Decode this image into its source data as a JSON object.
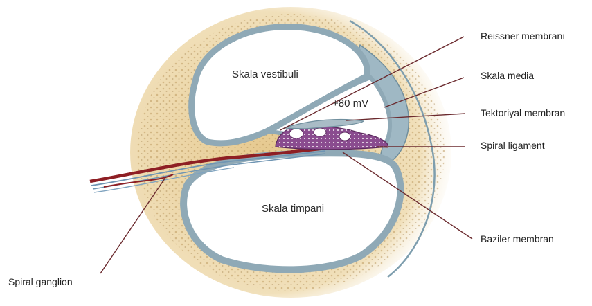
{
  "regions": {
    "scala_vestibuli": "Skala vestibuli",
    "scala_media_potential": "+80 mV",
    "scala_tympani": "Skala timpani"
  },
  "callouts": {
    "reissner": "Reissner membranı",
    "scala_media": "Skala media",
    "tectorial": "Tektoriyal membran",
    "spiral_ligament": "Spiral ligament",
    "basilar": "Baziler membran",
    "spiral_ganglion": "Spiral ganglion"
  },
  "colors": {
    "bone": "#e9cf9a",
    "bone_dots": "#b89458",
    "membrane": "#9fb8c4",
    "membrane_dark": "#7e9eae",
    "nerve_red": "#8e1f24",
    "nerve_blue": "#6f95b3",
    "organ_purple": "#8a4c8f",
    "leader": "#6b2a2e"
  }
}
